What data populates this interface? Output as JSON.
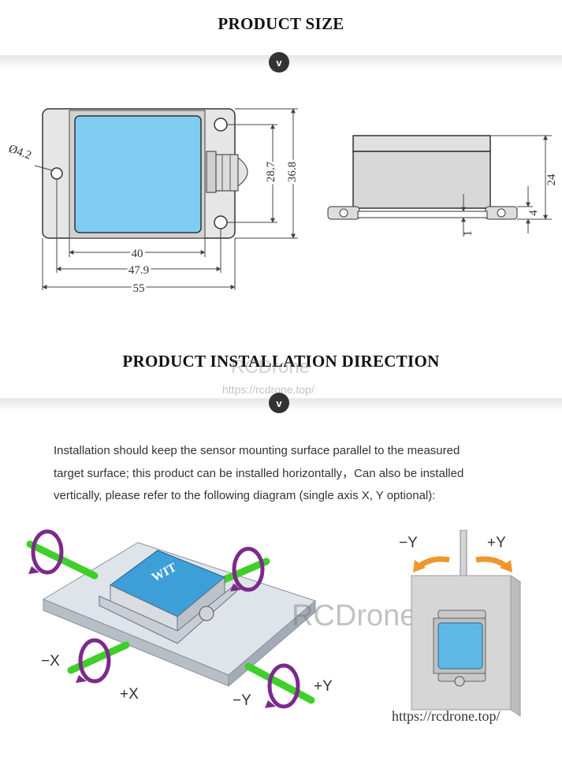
{
  "header1": {
    "title": "PRODUCT SIZE",
    "chevron_icon": "chevron-down-icon"
  },
  "size_drawing": {
    "hole_diameter": "Ø4.2",
    "dims": {
      "inner_width": "40",
      "hole_spacing": "47.9",
      "total_width": "55",
      "hole_height": "28.7",
      "total_height": "36.8",
      "side_height": "24",
      "flange_thickness": "4",
      "gap": "1"
    }
  },
  "header2": {
    "title": "PRODUCT INSTALLATION DIRECTION",
    "chevron_icon": "chevron-down-icon"
  },
  "watermark": {
    "brand": "RCDrone",
    "url_small": "https://rcdrone.top/",
    "brand_large": "RCDrone",
    "url_bottom": "https://rcdrone.top/"
  },
  "instructions": {
    "lines": [
      "Installation should keep the sensor mounting surface parallel to the measured",
      "target surface; this product can be installed horizontally，Can also be installed",
      "vertically, please refer to the following diagram (single axis X, Y optional):"
    ]
  },
  "axis_labels": {
    "minus_x": "−X",
    "plus_x": "+X",
    "minus_y": "−Y",
    "plus_y": "+Y",
    "vertical_minus_y": "−Y",
    "vertical_plus_y": "+Y"
  },
  "colors": {
    "sensor_face": "#7fcdf2",
    "axis_green": "#3fcf2a",
    "rotation_purple": "#7b2a8c",
    "arrow_orange": "#f0962c"
  }
}
